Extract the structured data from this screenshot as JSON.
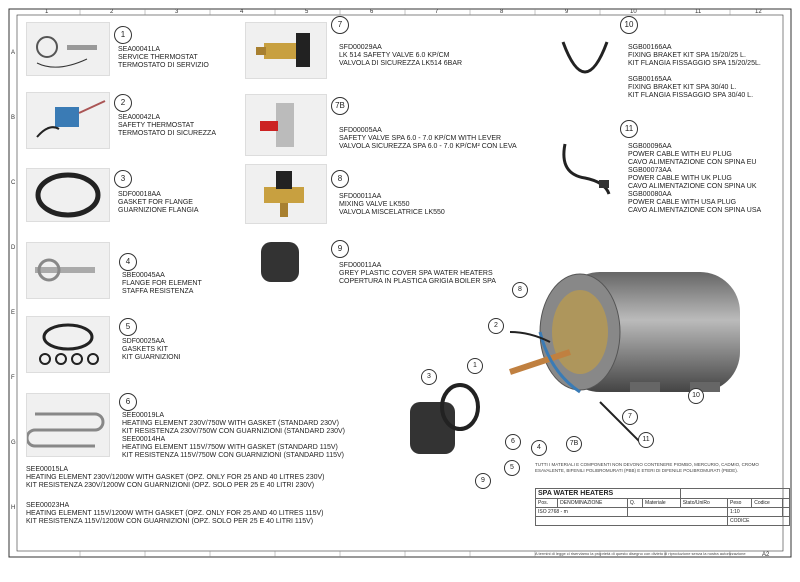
{
  "sheet": {
    "top_ruler": [
      "1",
      "2",
      "3",
      "4",
      "5",
      "6",
      "7",
      "8",
      "9",
      "10",
      "11",
      "12"
    ],
    "side_ruler": [
      "A",
      "B",
      "C",
      "D",
      "E",
      "F",
      "G",
      "H"
    ]
  },
  "parts": [
    {
      "num": "1",
      "code": "SEA00041LA",
      "line1": "SERVICE THERMOSTAT",
      "line2": "TERMOSTATO DI SERVIZIO"
    },
    {
      "num": "2",
      "code": "SEA00042LA",
      "line1": "SAFETY THERMOSTAT",
      "line2": "TERMOSTATO DI SICUREZZA"
    },
    {
      "num": "3",
      "code": "SDF00018AA",
      "line1": "GASKET FOR FLANGE",
      "line2": "GUARNIZIONE FLANGIA"
    },
    {
      "num": "4",
      "code": "SBE00045AA",
      "line1": "FLANGE FOR ELEMENT",
      "line2": "STAFFA RESISTENZA"
    },
    {
      "num": "5",
      "code": "SDF00025AA",
      "line1": "GASKETS KIT",
      "line2": "KIT GUARNIZIONI"
    },
    {
      "num": "6",
      "code": "SEE00019LA",
      "line1": "HEATING ELEMENT 230V/750W WITH GASKET (STANDARD 230V)",
      "line2": "KIT RESISTENZA 230V/750W CON GUARNIZIONI (STANDARD 230V)",
      "code2": "SEE00014HA",
      "line3": "HEATING ELEMENT 115V/750W WITH GASKET (STANDARD 115V)",
      "line4": "KIT RESISTENZA 115V/750W CON GUARNIZIONI (STANDARD 115V)"
    },
    {
      "num": "7",
      "code": "SFD00029AA",
      "line1": "LK 514 SAFETY VALVE 6.0 Kp/cm",
      "line2": "VALVOLA DI SICUREZZA LK514 6BAR"
    },
    {
      "num": "7B",
      "code": "SFD00005AA",
      "line1": "SAFETY VALVE SPA 6.0 - 7.0 Kp/cm WITH LEVER",
      "line2": "VALVOLA SICUREZZA SPA 6.0 - 7.0 Kp/cm² CON LEVA"
    },
    {
      "num": "8",
      "code": "SFD00011AA",
      "line1": "MIXING VALVE LK550",
      "line2": "VALVOLA MISCELATRICE LK550"
    },
    {
      "num": "9",
      "code": "SFD00011AA",
      "line1": "GREY PLASTIC COVER SPA WATER HEATERS",
      "line2": "COPERTURA IN PLASTICA GRIGIA BOILER SPA"
    },
    {
      "num": "10",
      "code": "SGB00166AA",
      "line1": "FIXING BRAKET KIT SPA 15/20/25 L.",
      "line2": "KIT FLANGIA FISSAGGIO SPA 15/20/25L.",
      "code2": "SGB00165AA",
      "line3": "FIXING BRAKET KIT SPA 30/40 L.",
      "line4": "KIT FLANGIA FISSAGGIO SPA 30/40 L."
    },
    {
      "num": "11",
      "code": "SGB00096AA",
      "line1": "POWER CABLE WITH EU PLUG",
      "line2": "CAVO ALIMENTAZIONE CON SPINA EU",
      "code2": "SGB00073AA",
      "line3": "POWER CABLE WITH UK PLUG",
      "line4": "CAVO ALIMENTAZIONE CON SPINA UK",
      "code3": "SGB00080AA",
      "line5": "POWER CABLE WITH USA PLUG",
      "line6": "CAVO ALIMENTAZIONE CON SPINA USA"
    }
  ],
  "extra_parts": [
    {
      "code": "SEE00015LA",
      "line1": "HEATING ELEMENT 230V/1200W WITH GASKET (OPZ. ONLY FOR 25 AND 40 LITRES 230V)",
      "line2": "KIT RESISTENZA 230V/1200W CON GUARNIZIONI (OPZ. SOLO PER 25 E 40 LITRI 230V)"
    },
    {
      "code": "SEE00023HA",
      "line1": "HEATING ELEMENT 115V/1200W WITH GASKET (OPZ. ONLY FOR 25 AND 40 LITRES 115V)",
      "line2": "KIT RESISTENZA 115V/1200W CON GUARNIZIONI (OPZ. SOLO PER 25 E 40 LITRI 115V)"
    }
  ],
  "title_block": {
    "title": "SPA WATER HEATERS",
    "pos": "Pos.",
    "denominazione": "DENOMINAZIONE",
    "q": "Q.",
    "materiale": "Materiale",
    "stato": "Stato/UniRo",
    "peso": "Peso",
    "codice": "Codice",
    "norma": "ISO 2768 - m",
    "scala": "1:10",
    "codice_label": "CODICE",
    "notes": "TUTTI I MATERIALI E COMPONENTI NON DEVONO CONTENERE PIOMBO, MERCURIO, CADMIO, CROMO ESAVALENTE, BIFENILI POLIBROMURATI (PBB) E ETERI DI DIFENILE POLIBROMURATI (PBDE).",
    "footer": "A termini di legge ci riserviamo la proprietà di questo disegno con divieto di riproduzione senza la nostra autorizzazione",
    "sheet_size": "A2"
  },
  "colors": {
    "line": "#333333",
    "part_bg": "#f2f2f2"
  }
}
